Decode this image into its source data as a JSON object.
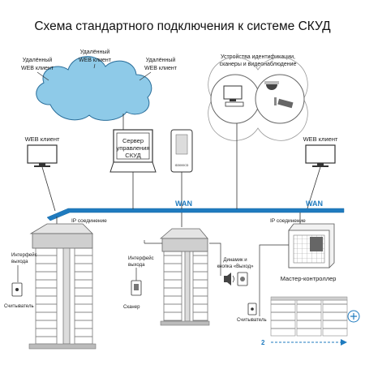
{
  "title": "Схема стандартного подключения к системе СКУД",
  "cloud_clients": [
    "Удалённый WEB клиент",
    "Удалённый WEB клиент",
    "Удалённый WEB клиент"
  ],
  "web_client": "WEB клиент",
  "server": [
    "Сервер",
    "управления",
    "СКУД"
  ],
  "devices_caption": [
    "Устройства идентификации,",
    "сканеры и видеонаблюдение"
  ],
  "wan": "WAN",
  "ip_connection": "IP соединение",
  "interface_output": [
    "Интерфейс",
    "выхода"
  ],
  "reader": "Считыватель",
  "scanner": "Сканер",
  "speaker_button": [
    "Динамик и",
    "кнопка «Выход»"
  ],
  "master_controller": "Мастер-контроллер",
  "page_number": "2",
  "device_label": "ID3000CD",
  "colors": {
    "network_blue": "#1f7bbf",
    "cloud_fill": "#8ecae8",
    "cloud_stroke": "#2a6e9a",
    "line_gray": "#555555"
  }
}
